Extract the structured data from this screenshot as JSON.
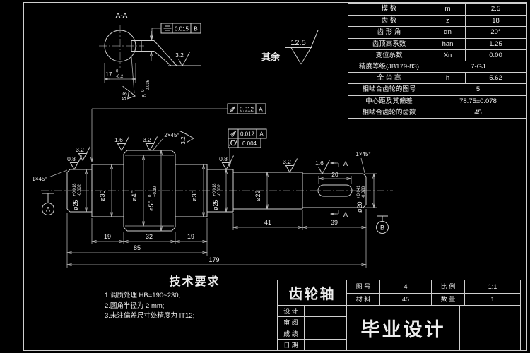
{
  "colors": {
    "background": "#000000",
    "line": "#cfcfcf",
    "dim_line": "#b0b0b0",
    "text": "#ededed"
  },
  "general": {
    "other_label": "其余",
    "other_roughness": "12.5"
  },
  "section_view": {
    "title": "A-A",
    "symmetry_frame": {
      "symbol_name": "symmetry",
      "tolerance": "0.015",
      "datum": "B"
    },
    "width": {
      "base": "17",
      "upper": "0",
      "lower": "-0.2"
    },
    "key_width": {
      "base": "6",
      "upper": "0",
      "lower": "-0.036"
    },
    "roughness_keyway": "3.2",
    "roughness_flat": "6.3"
  },
  "main_view": {
    "chamfers": {
      "left": "1×45°",
      "gear": "2×45°",
      "right": "1×45°"
    },
    "datums": {
      "left": "A",
      "right": "B"
    },
    "section_marks": {
      "top": "A",
      "bottom": "A"
    },
    "frames": {
      "runout_left": {
        "symbol_name": "circular-runout",
        "tolerance": "0.012",
        "datum": "A"
      },
      "runout_right": {
        "symbol_name": "circular-runout",
        "tolerance": "0.012",
        "datum": "A"
      },
      "cylindricity_right": {
        "symbol_name": "cylindricity",
        "tolerance": "0.004"
      }
    },
    "roughness": {
      "left_journal": "0.8",
      "left_step": "3.2",
      "gear_left": "1.6",
      "gear_top": "3.2",
      "gear_face": "3.2",
      "right_journal": "0.8",
      "shaft_22": "3.2",
      "key_section": "1.6"
    },
    "diameters": {
      "d25_left": {
        "base": "ø25",
        "upper": "+0.018",
        "lower": "-0.002"
      },
      "d30_left": {
        "base": "ø30"
      },
      "d45": {
        "base": "ø45"
      },
      "d50": {
        "base": "ø50",
        "upper": "0",
        "lower": "+0.19"
      },
      "d30_right": {
        "base": "ø30"
      },
      "d25_right": {
        "base": "ø25",
        "upper": "+0.018",
        "lower": "-0.002"
      },
      "d22": {
        "base": "ø22"
      },
      "d20": {
        "base": "ø20",
        "upper": "+0.041",
        "lower": "-0.028"
      }
    },
    "lengths": {
      "seg19a": "19",
      "seg32": "32",
      "seg19b": "19",
      "total85": "85",
      "total179": "179",
      "seg41": "41",
      "seg39": "39",
      "keyway": "20"
    }
  },
  "gear_table": {
    "rows": [
      {
        "label": "模    数",
        "symbol": "m",
        "value": "2.5"
      },
      {
        "label": "齿    数",
        "symbol": "z",
        "value": "18"
      },
      {
        "label": "齿 形 角",
        "symbol": "αn",
        "value": "20°"
      },
      {
        "label": "齿顶高系数",
        "symbol": "han",
        "value": "1.25"
      },
      {
        "label": "变位系数",
        "symbol": "Xn",
        "value": "0.00"
      },
      {
        "label": "精度等级(JB179-83)",
        "value": "7-GJ"
      },
      {
        "label": "全 齿 高",
        "symbol": "h",
        "value": "5.62"
      },
      {
        "label": "相啮合齿轮的图号",
        "value": "5"
      },
      {
        "label": "中心距及其偏差",
        "value": "78.75±0.078"
      },
      {
        "label": "相啮合齿轮的齿数",
        "value": "45"
      }
    ]
  },
  "tech_requirements": {
    "title": "技术要求",
    "items": [
      "1.调质处理 HB=190~230;",
      "2.圆角半径为 2 mm;",
      "3.未注偏差尺寸处精度为 IT12;"
    ]
  },
  "title_block": {
    "part_name": "齿轮轴",
    "fields": {
      "drawing_no_label": "图 号",
      "drawing_no": "4",
      "scale_label": "比 例",
      "scale": "1:1",
      "material_label": "材 料",
      "material": "45",
      "qty_label": "数 量",
      "qty": "1"
    },
    "sign_rows": [
      "设 计",
      "审 阅",
      "成 绩",
      "日 期"
    ],
    "project_name": "毕业设计"
  }
}
